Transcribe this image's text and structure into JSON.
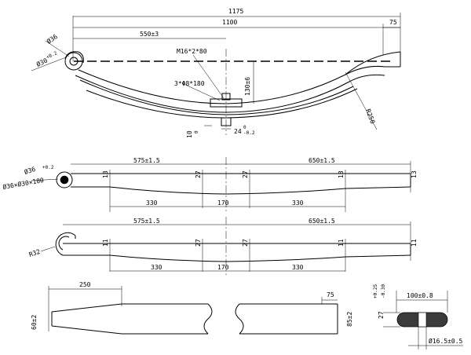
{
  "views": {
    "side": {
      "overall_length": "1175",
      "eye_to_end": "1100",
      "end_flat": "75",
      "half_length": "550±3",
      "eye_dia": "Ø36",
      "eye_tol": "+0.2",
      "eye_tol2": "0",
      "pin_dia": "Ø30",
      "bolt": "M16*2*80",
      "clip": "3*Φ8*180",
      "camber": "130±6",
      "radius": "R250",
      "pad_height": "10",
      "pad_tol": "0",
      "pad_width": "24",
      "pad_width_tol": "0",
      "pad_width_tol2": "-0.2"
    },
    "leaf1": {
      "eye_label": "Ø36",
      "eye_tol": "+0.2",
      "bush_label": "Ø36×Ø30×100",
      "left_len": "575±1.5",
      "right_len": "650±1.5",
      "thickness_end": "13",
      "thickness_mid_l": "27",
      "thickness_mid_r": "27",
      "thickness_l2": "13",
      "thickness_r2": "13",
      "taper_left": "330",
      "center": "170",
      "taper_right": "330"
    },
    "leaf2": {
      "left_len": "575±1.5",
      "right_len": "650±1.5",
      "radius": "R32",
      "thickness_l": "11",
      "thickness_mid_l": "27",
      "thickness_mid_r": "27",
      "thickness_r": "11",
      "thickness_end": "11",
      "taper_left": "330",
      "center": "170",
      "taper_right": "330"
    },
    "plan": {
      "taper_len": "250",
      "eye_width": "60±2",
      "end_len": "75",
      "end_width": "85±2"
    },
    "section": {
      "width": "100±0.8",
      "thickness": "27",
      "thickness_tol": "+0.25",
      "thickness_tol2": "-0.30",
      "hole": "Ø16.5±0.5"
    }
  }
}
